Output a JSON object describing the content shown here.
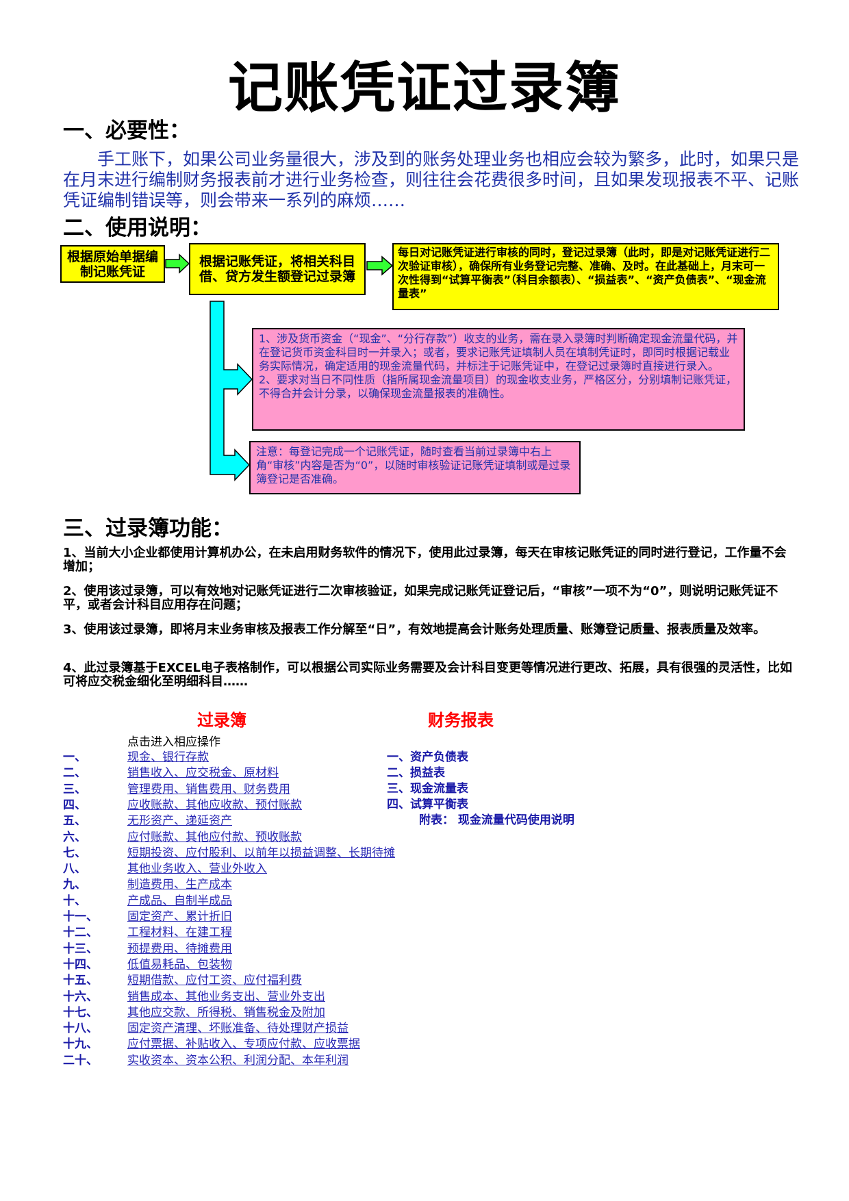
{
  "title": "记账凭证过录簿",
  "section1": {
    "heading": "一、必要性：",
    "paragraph": "　　手工账下，如果公司业务量很大，涉及到的账务处理业务也相应会较为繁多，此时，如果只是在月末进行编制财务报表前才进行业务检查，则往往会花费很多时间，且如果发现报表不平、记账凭证编制错误等，则会带来一系列的麻烦……"
  },
  "section2": {
    "heading": "二、使用说明：",
    "box1": "根据原始单据编制记账凭证",
    "box2": "根据记账凭证，将相关科目借、贷方发生额登记过录簿",
    "box3": "每日对记账凭证进行审核的同时，登记过录簿（此时，即是对记账凭证进行二次验证审核），确保所有业务登记完整、准确、及时。在此基础上，月末可一次性得到“试算平衡表”（科目余额表）、“损益表”、“资产负债表”、“现金流量表”",
    "note1": "1、涉及货币资金（“现金”、“分行存款”）收支的业务，需在录入录簿时判断确定现金流量代码，并在登记货币资金科目时一并录入；或者，要求记账凭证填制人员在填制凭证时，即同时根据记载业务实际情况，确定适用的现金流量代码，并标注于记账凭证中，在登记过录簿时直接进行录入。",
    "note2": "2、要求对当日不同性质（指所属现金流量项目）的现金收支业务，严格区分，分别填制记账凭证，不得合并会计分录，以确保现金流量报表的准确性。",
    "note3": "注意：每登记完成一个记账凭证，随时查看当前过录簿中右上角“审核”内容是否为“0”，以随时审核验证记账凭证填制或是过录簿登记是否准确。"
  },
  "section3": {
    "heading": "三、过录簿功能：",
    "items": [
      "1、当前大小企业都使用计算机办公，在未启用财务软件的情况下，使用此过录簿，每天在审核记账凭证的同时进行登记，工作量不会增加；",
      "2、使用该过录簿，可以有效地对记账凭证进行二次审核验证，如果完成记账凭证登记后，“审核”一项不为“0”，则说明记账凭证不平，或者会计科目应用存在问题；",
      "3、使用该过录簿，即将月末业务审核及报表工作分解至“日”，有效地提高会计账务处理质量、账簿登记质量、报表质量及效率。",
      "4、此过录簿基于EXCEL电子表格制作，可以根据公司实际业务需要及会计科目变更等情况进行更改、拓展，具有很强的灵活性，比如可将应交税金细化至明细科目……"
    ]
  },
  "ledger": {
    "heading": "过录簿",
    "hint": "点击进入相应操作",
    "rows": [
      {
        "num": "一、",
        "label": "现金、银行存款"
      },
      {
        "num": "二、",
        "label": "销售收入、应交税金、原材料"
      },
      {
        "num": "三、",
        "label": "管理费用、销售费用、财务费用"
      },
      {
        "num": "四、",
        "label": "应收账款、其他应收款、预付账款"
      },
      {
        "num": "五、",
        "label": "无形资产、递延资产"
      },
      {
        "num": "六、",
        "label": "应付账款、其他应付款、预收账款"
      },
      {
        "num": "七、",
        "label": "短期投资、应付股利、以前年以损益调整、长期待摊"
      },
      {
        "num": "八、",
        "label": "其他业务收入、营业外收入"
      },
      {
        "num": "九、",
        "label": "制造费用、生产成本"
      },
      {
        "num": "十、",
        "label": "产成品、自制半成品"
      },
      {
        "num": "十一、",
        "label": "固定资产、累计折旧"
      },
      {
        "num": "十二、",
        "label": "工程材料、在建工程"
      },
      {
        "num": "十三、",
        "label": "预提费用、待摊费用"
      },
      {
        "num": "十四、",
        "label": "低值易耗品、包装物"
      },
      {
        "num": "十五、",
        "label": "短期借款、应付工资、应付福利费"
      },
      {
        "num": "十六、",
        "label": "销售成本、其他业务支出、营业外支出"
      },
      {
        "num": "十七、",
        "label": "其他应交款、所得税、销售税金及附加"
      },
      {
        "num": "十八、",
        "label": "固定资产清理、坏账准备、待处理财产损益"
      },
      {
        "num": "十九、",
        "label": "应付票据、补贴收入、专项应付款、应收票据"
      },
      {
        "num": "二十、",
        "label": "实收资本、资本公积、利润分配、本年利润"
      }
    ]
  },
  "reports": {
    "heading": "财务报表",
    "items": [
      "一、资产负债表",
      "二、损益表",
      "三、现金流量表",
      "四、试算平衡表"
    ],
    "appendix": "附表：  现金流量代码使用说明"
  },
  "colors": {
    "yellow_box": "#ffff00",
    "pink_box": "#ff99cc",
    "arrow_green": "#33ff33",
    "arrow_cyan": "#00ffff",
    "red_heading": "#ff0000",
    "blue_text": "#2233aa"
  }
}
